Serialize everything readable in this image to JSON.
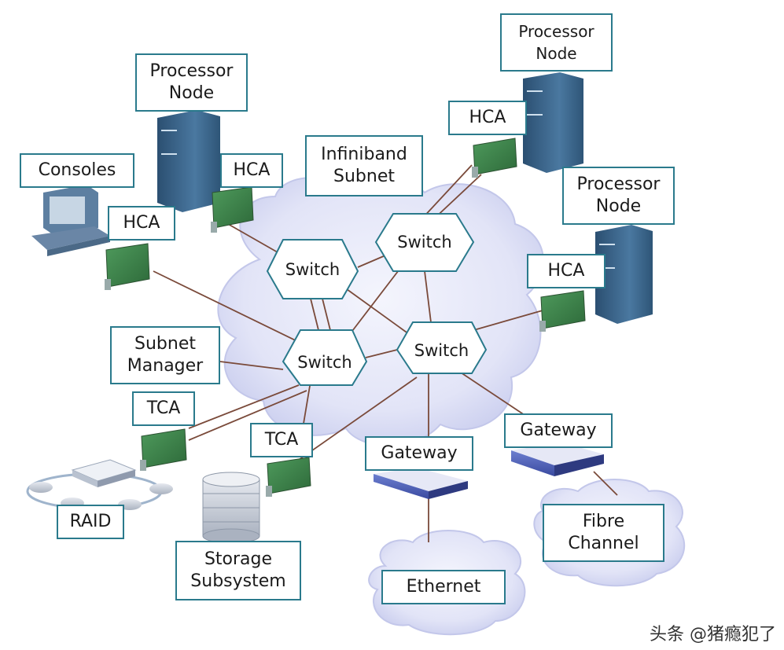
{
  "labels": {
    "processor_node_left": "Processor\nNode",
    "processor_node_top_right": "Processor\nNode",
    "processor_node_right": "Processor\nNode",
    "consoles": "Consoles",
    "hca_left_upper": "HCA",
    "hca_left_lower": "HCA",
    "hca_top_right": "HCA",
    "hca_right": "HCA",
    "infiniband_subnet": "Infiniband\nSubnet",
    "switch_a": "Switch",
    "switch_b": "Switch",
    "switch_c": "Switch",
    "switch_d": "Switch",
    "subnet_manager": "Subnet\nManager",
    "tca_left": "TCA",
    "tca_center": "TCA",
    "gateway_center": "Gateway",
    "gateway_right": "Gateway",
    "raid": "RAID",
    "storage_subsystem": "Storage\nSubsystem",
    "ethernet": "Ethernet",
    "fibre_channel": "Fibre\nChannel"
  },
  "watermark": "头条 @猪瘾犯了",
  "colors": {
    "box_border": "#2a7a8c",
    "cloud_fill": "#dde0f5",
    "server_body": "#3f6d93",
    "link_line": "#7a4a3a",
    "card_green": "#3f7d4a"
  }
}
